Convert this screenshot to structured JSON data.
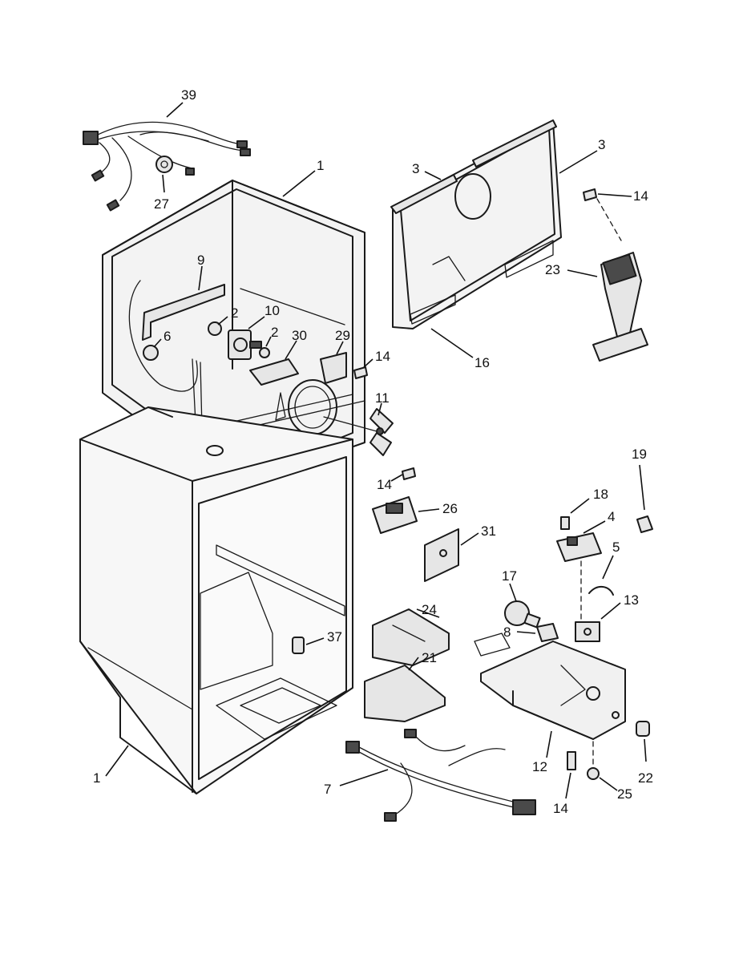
{
  "callouts": [
    {
      "id": "c39",
      "label": "39"
    },
    {
      "id": "c27",
      "label": "27"
    },
    {
      "id": "c1a",
      "label": "1"
    },
    {
      "id": "c9",
      "label": "9"
    },
    {
      "id": "c2a",
      "label": "2"
    },
    {
      "id": "c10",
      "label": "10"
    },
    {
      "id": "c6",
      "label": "6"
    },
    {
      "id": "c2b",
      "label": "2"
    },
    {
      "id": "c30",
      "label": "30"
    },
    {
      "id": "c29",
      "label": "29"
    },
    {
      "id": "c14a",
      "label": "14"
    },
    {
      "id": "c11",
      "label": "11"
    },
    {
      "id": "c14b",
      "label": "14"
    },
    {
      "id": "c3a",
      "label": "3"
    },
    {
      "id": "c3b",
      "label": "3"
    },
    {
      "id": "c14c",
      "label": "14"
    },
    {
      "id": "c23",
      "label": "23"
    },
    {
      "id": "c16",
      "label": "16"
    },
    {
      "id": "c26",
      "label": "26"
    },
    {
      "id": "c31",
      "label": "31"
    },
    {
      "id": "c19",
      "label": "19"
    },
    {
      "id": "c18",
      "label": "18"
    },
    {
      "id": "c4",
      "label": "4"
    },
    {
      "id": "c5",
      "label": "5"
    },
    {
      "id": "c17",
      "label": "17"
    },
    {
      "id": "c13",
      "label": "13"
    },
    {
      "id": "c8",
      "label": "8"
    },
    {
      "id": "c24",
      "label": "24"
    },
    {
      "id": "c37",
      "label": "37"
    },
    {
      "id": "c21",
      "label": "21"
    },
    {
      "id": "c12",
      "label": "12"
    },
    {
      "id": "c22",
      "label": "22"
    },
    {
      "id": "c14d",
      "label": "14"
    },
    {
      "id": "c25",
      "label": "25"
    },
    {
      "id": "c7",
      "label": "7"
    },
    {
      "id": "c1b",
      "label": "1"
    }
  ],
  "colors": {
    "ink": "#1a1a1a",
    "shade": "#e6e6e6",
    "dark": "#4a4a4a",
    "paper": "#ffffff"
  }
}
